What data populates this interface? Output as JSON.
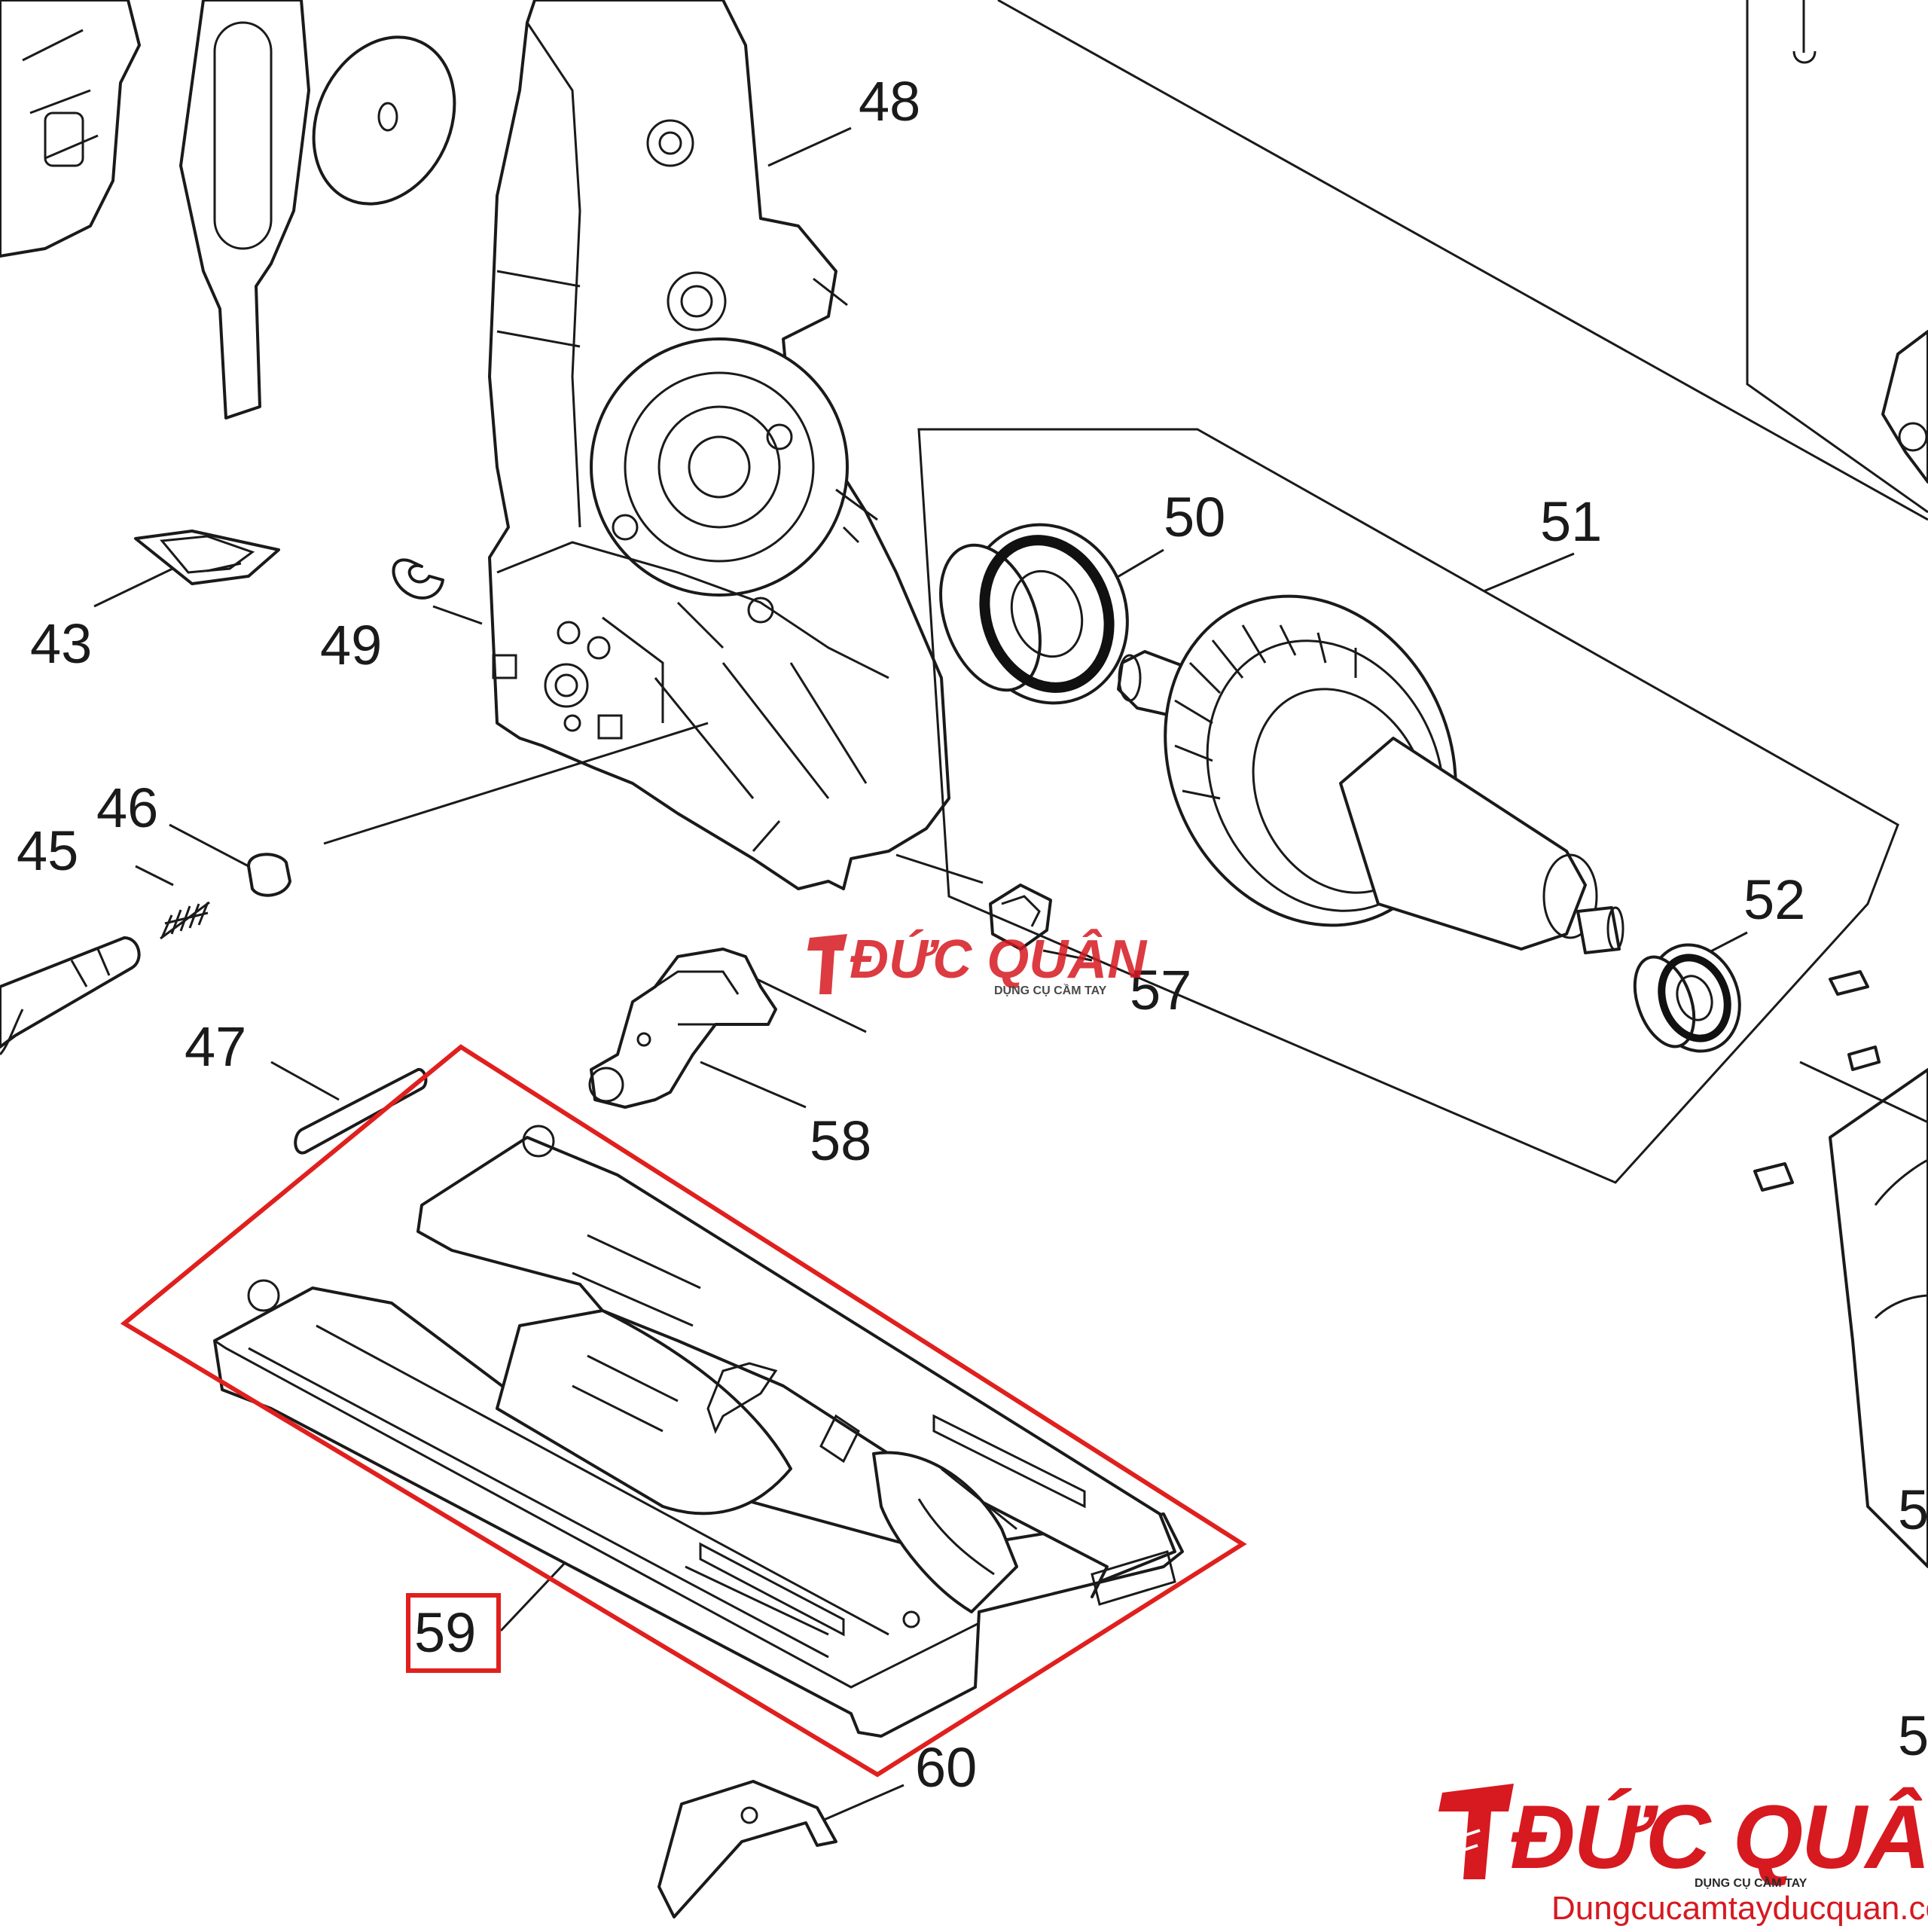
{
  "diagram": {
    "labels": {
      "p43": "43",
      "p45": "45",
      "p46": "46",
      "p47": "47",
      "p48": "48",
      "p49": "49",
      "p50": "50",
      "p51": "51",
      "p52": "52",
      "p57": "57",
      "p58": "58",
      "p59": "59",
      "p60": "60",
      "edge5a": "5",
      "edge5b": "5"
    },
    "highlight_color": "#e0201e"
  },
  "watermark": {
    "mark_title": "ĐỨC QUÂN",
    "mark_sub": "DỤNG CỤ CẦM TAY"
  },
  "logo": {
    "title": "ĐỨC QUÂN",
    "tagline": "DỤNG CỤ CẦM TAY",
    "url": "Dungcucamtayducquan.com",
    "color": "#d71920"
  }
}
